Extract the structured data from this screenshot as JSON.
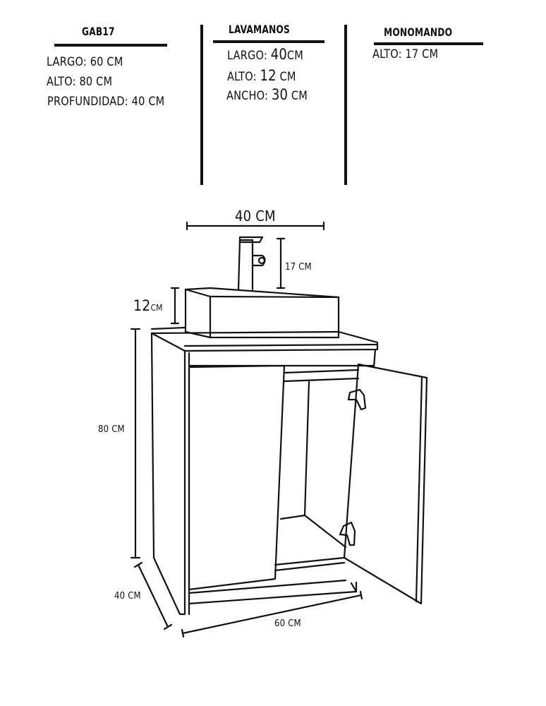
{
  "specs": {
    "cabinet": {
      "title": "GAB17",
      "lines": [
        {
          "label": "LARGO:",
          "value": "60",
          "unit": "CM"
        },
        {
          "label": "ALTO:",
          "value": "80",
          "unit": "CM"
        },
        {
          "label": "PROFUNDIDAD:",
          "value": "40",
          "unit": "CM"
        }
      ]
    },
    "sink": {
      "title": "LAVAMANOS",
      "lines": [
        {
          "label": "LARGO:",
          "value": "40",
          "unit": "CM"
        },
        {
          "label": "ALTO:",
          "value": "12",
          "unit": "CM"
        },
        {
          "label": "ANCHO:",
          "value": "30",
          "unit": "CM"
        }
      ]
    },
    "faucet": {
      "title": "MONOMANDO",
      "lines": [
        {
          "label": "ALTO:",
          "value": "17",
          "unit": "CM"
        }
      ]
    }
  },
  "drawing": {
    "sink_width": "40 CM",
    "faucet_height": "17 CM",
    "sink_height_value": "12",
    "sink_height_unit": "CM",
    "cabinet_height": "80 CM",
    "cabinet_depth": "40 CM",
    "cabinet_width": "60 CM"
  }
}
